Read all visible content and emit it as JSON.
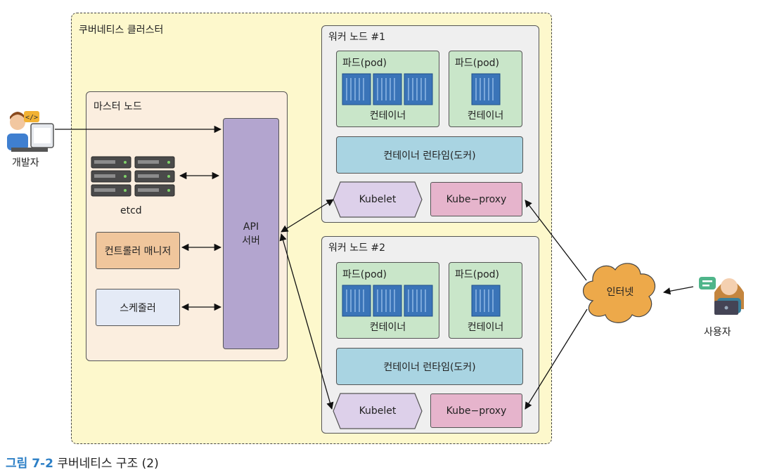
{
  "cluster_label": "쿠버네티스 클러스터",
  "master": {
    "label": "마스터 노드",
    "etcd_label": "etcd",
    "controller_label": "컨트롤러 매니저",
    "scheduler_label": "스케줄러",
    "api_line1": "API",
    "api_line2": "서버"
  },
  "workers": [
    {
      "label": "워커 노드 #1",
      "pods": [
        {
          "title": "파드(pod)",
          "container": "컨테이너"
        },
        {
          "title": "파드(pod)",
          "container": "컨테이너"
        }
      ],
      "runtime": "컨테이너 런타임(도커)",
      "kubelet": "Kubelet",
      "proxy": "Kube−proxy"
    },
    {
      "label": "워커 노드 #2",
      "pods": [
        {
          "title": "파드(pod)",
          "container": "컨테이너"
        },
        {
          "title": "파드(pod)",
          "container": "컨테이너"
        }
      ],
      "runtime": "컨테이너 런타임(도커)",
      "kubelet": "Kubelet",
      "proxy": "Kube−proxy"
    }
  ],
  "developer_label": "개발자",
  "user_label": "사용자",
  "internet_label": "인터넷",
  "caption": {
    "number": "그림 7-2",
    "text": "쿠버네티스 구조 (2)"
  },
  "colors": {
    "cluster_bg": "#fdf8cc",
    "master_bg": "#fbeedf",
    "worker_bg": "#efefef",
    "api_bg": "#b3a5cf",
    "pod_bg": "#c9e6c9",
    "runtime_bg": "#a9d4e2",
    "kubelet_bg": "#ddd0ea",
    "proxy_bg": "#e6b4cc",
    "controller_bg": "#f0c69c",
    "scheduler_bg": "#e4eaf6",
    "internet_bg": "#eda94a",
    "caption_accent": "#2c7fc6"
  }
}
